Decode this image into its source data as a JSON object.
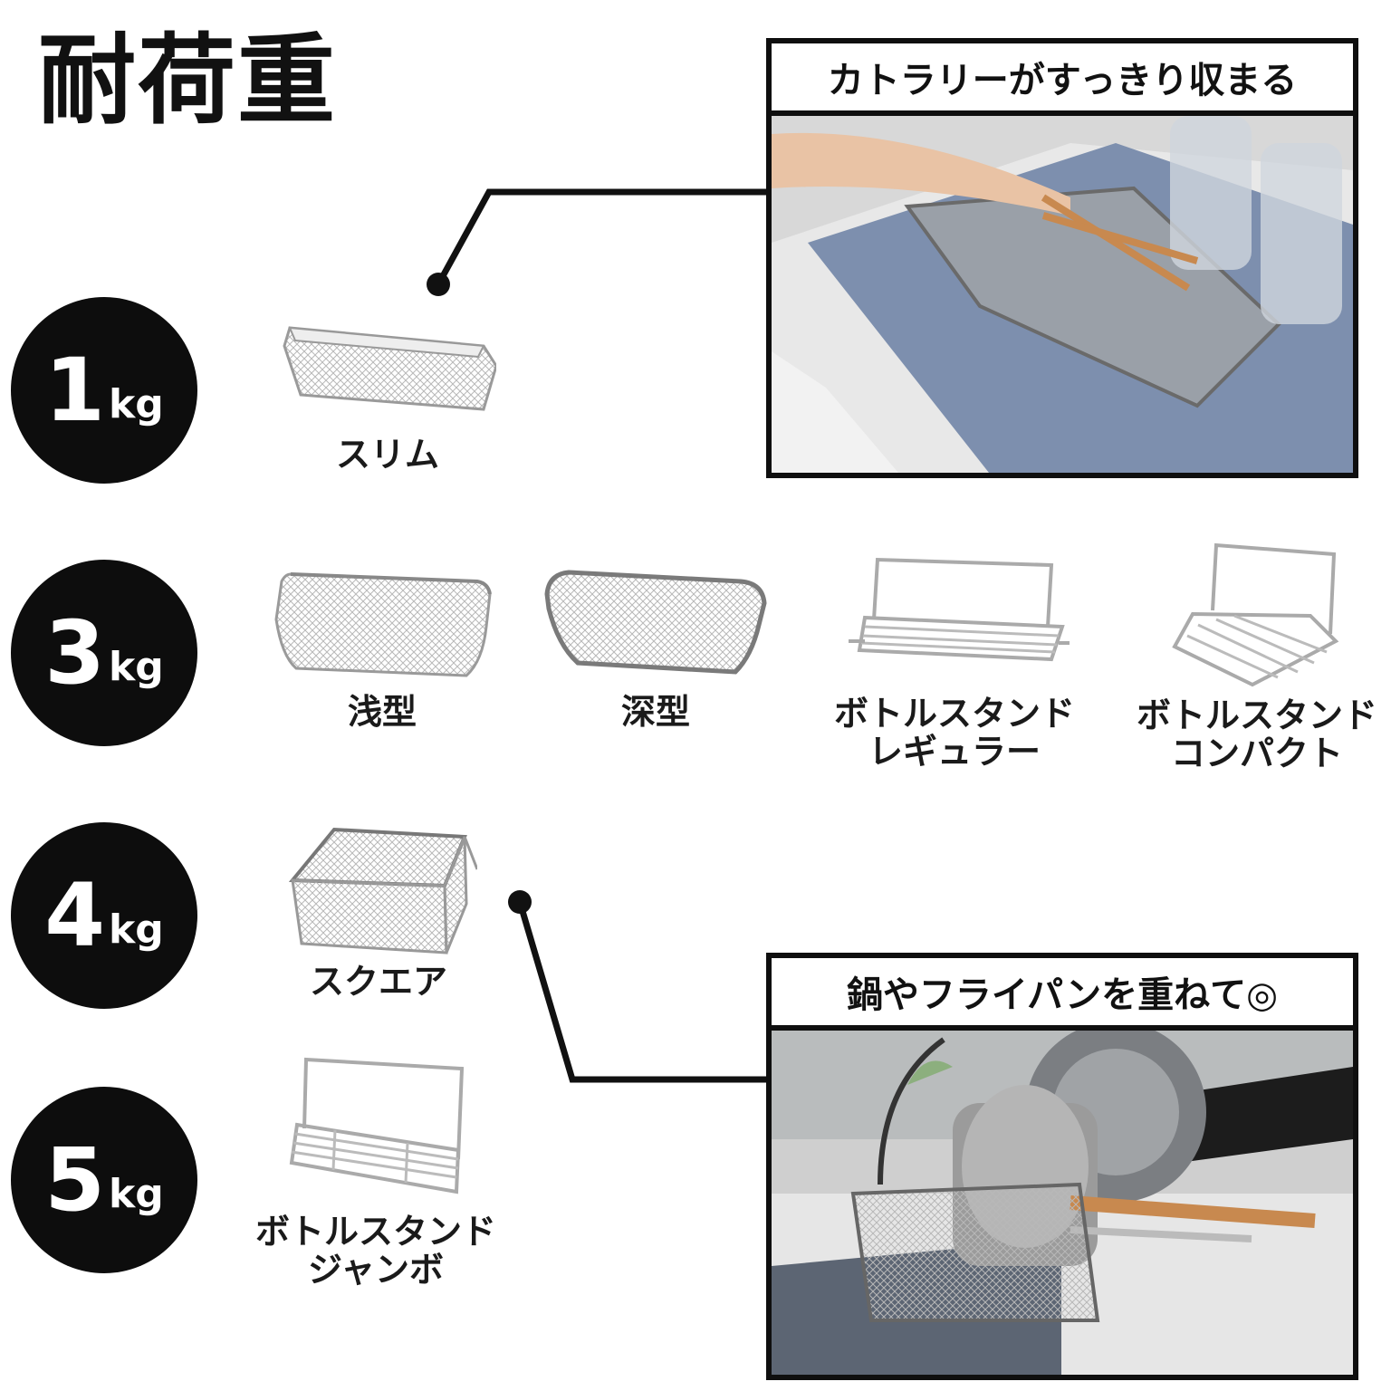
{
  "title": "耐荷重",
  "tiers": [
    {
      "num": "1",
      "unit": "kg"
    },
    {
      "num": "3",
      "unit": "kg"
    },
    {
      "num": "4",
      "unit": "kg"
    },
    {
      "num": "5",
      "unit": "kg"
    }
  ],
  "products": {
    "slim": "スリム",
    "shallow": "浅型",
    "deep": "深型",
    "bottle_regular_1": "ボトルスタンド",
    "bottle_regular_2": "レギュラー",
    "bottle_compact_1": "ボトルスタンド",
    "bottle_compact_2": "コンパクト",
    "square": "スクエア",
    "bottle_jumbo_1": "ボトルスタンド",
    "bottle_jumbo_2": "ジャンボ"
  },
  "callouts": {
    "top": "カトラリーがすっきり収まる",
    "bottom": "鍋やフライパンを重ねて◎"
  }
}
